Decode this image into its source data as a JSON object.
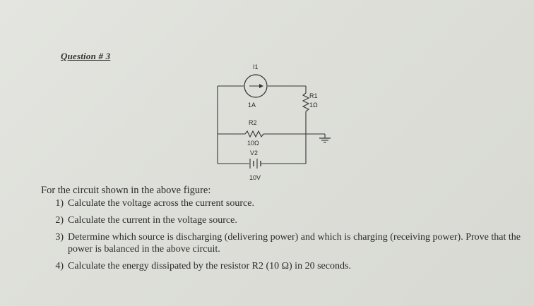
{
  "question": {
    "title": "Question # 3"
  },
  "circuit": {
    "current_source": {
      "name": "I1",
      "value": "1A"
    },
    "resistor_r1": {
      "name": "R1",
      "value": "1Ω"
    },
    "resistor_r2": {
      "name": "R2",
      "value": "10Ω"
    },
    "voltage_source": {
      "name": "V2",
      "value": "10V"
    }
  },
  "intro": "For the circuit shown in the above figure:",
  "items": [
    {
      "number": "1)",
      "text": "Calculate the voltage across the current source."
    },
    {
      "number": "2)",
      "text": "Calculate the current in the voltage source."
    },
    {
      "number": "3)",
      "text": "Determine which source is discharging (delivering power) and which is charging (receiving power). Prove that the power is balanced in the above circuit."
    },
    {
      "number": "4)",
      "text": "Calculate the energy dissipated by the resistor R2 (10 Ω) in 20 seconds."
    }
  ]
}
